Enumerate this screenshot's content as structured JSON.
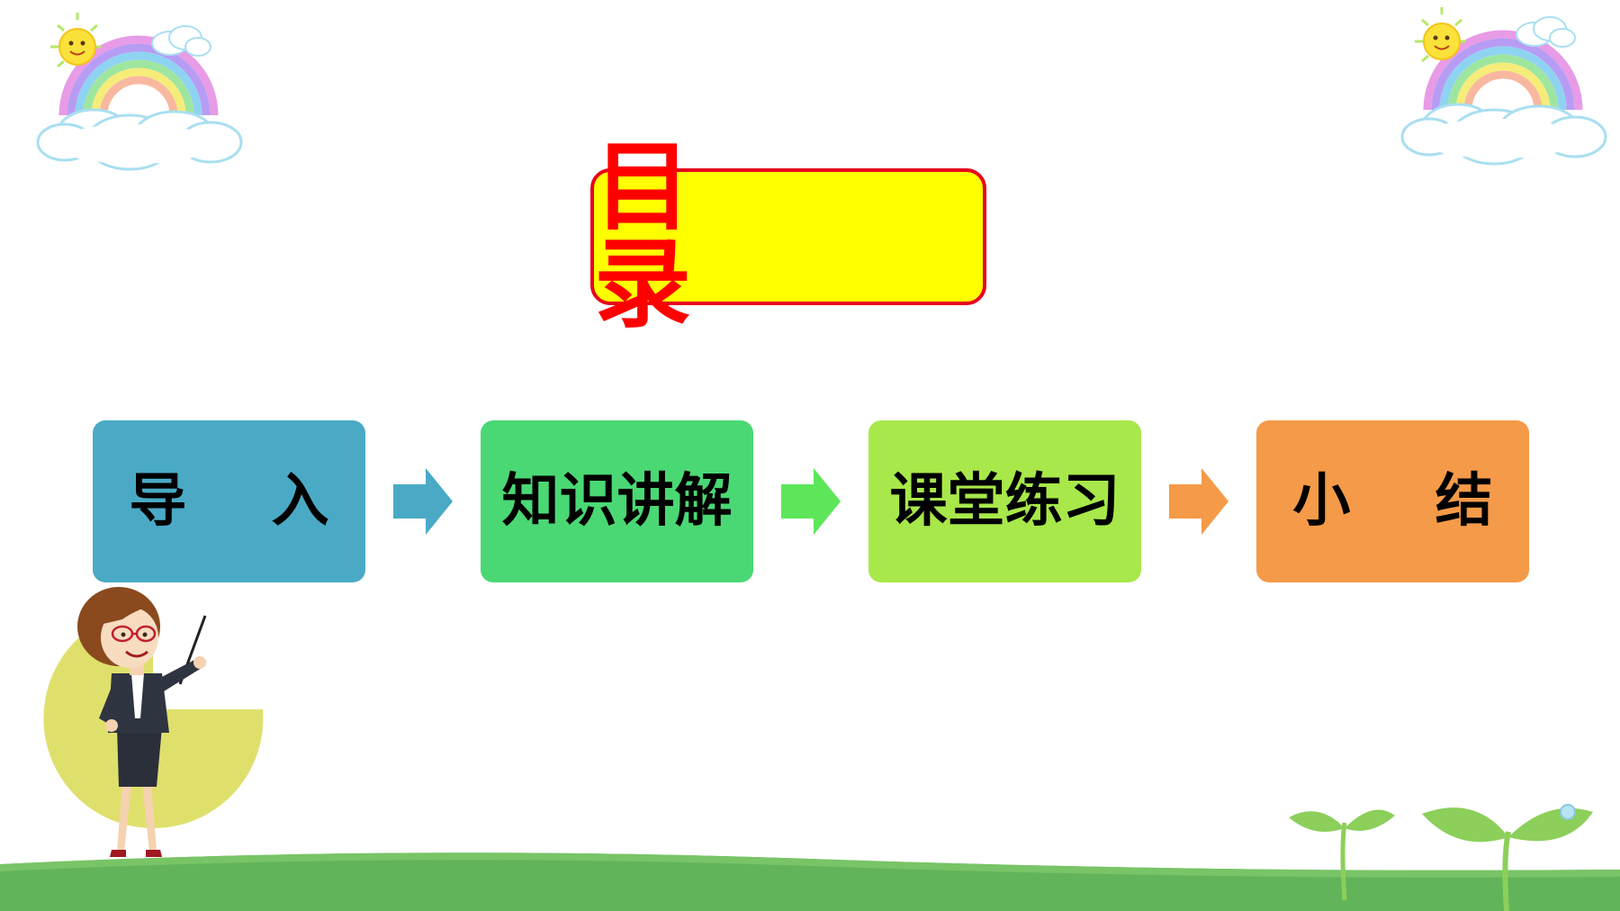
{
  "title": "目  录",
  "steps": [
    {
      "label": "导 入",
      "color": "#4aaac6"
    },
    {
      "label": "知识讲解",
      "color": "#4ad874"
    },
    {
      "label": "课堂练习",
      "color": "#a8e84a"
    },
    {
      "label": "小 结",
      "color": "#f59a48"
    }
  ],
  "colors": {
    "title_bg": "#ffff00",
    "title_border": "#e8001c",
    "title_text": "#ff0000",
    "grass": "#62b45a",
    "arrow_1": "#4aaac6",
    "arrow_2": "#5de65a",
    "arrow_3": "#f59a48"
  }
}
